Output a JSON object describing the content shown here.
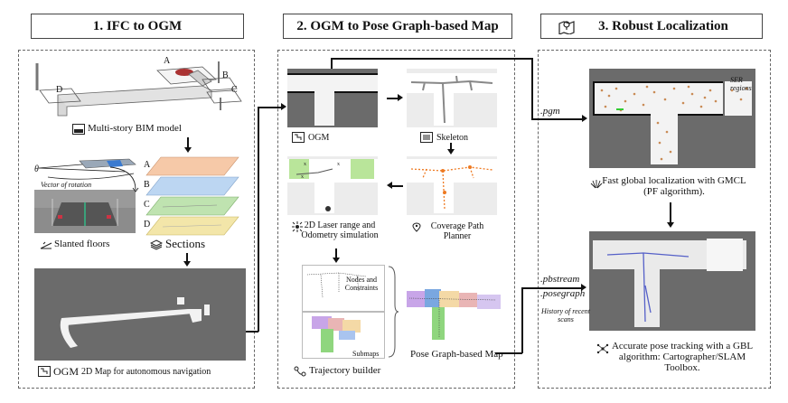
{
  "headers": {
    "h1": "1. IFC to OGM",
    "h2": "2. OGM to Pose Graph-based Map",
    "h3": "3. Robust Localization"
  },
  "panel1": {
    "bim_label": "Multi-story BIM model",
    "bim_letters": [
      "A",
      "B",
      "C",
      "D"
    ],
    "vector_label": "Vector of rotation",
    "theta": "θ",
    "slanted_label": "Slanted floors",
    "sections_label": "Sections",
    "section_letters": [
      "A",
      "B",
      "C",
      "D"
    ],
    "ogm_tag": "OGM",
    "ogm_caption": "2D Map for autonomous navigation"
  },
  "panel2": {
    "ogm_label": "OGM",
    "skeleton_label": "Skeleton",
    "laser_label": "2D Laser range and Odometry simulation",
    "coverage_label": "Coverage Path Planner",
    "nodes_label": "Nodes and Constraints",
    "submaps_label": "Submaps",
    "trajectory_label": "Trajectory builder",
    "posegraph_label": "Pose Graph-based Map"
  },
  "panel3": {
    "pgm_label": ".pgm",
    "ser_label": "SER regions",
    "gmcl_label": "Fast global localization with GMCL (PF algorithm).",
    "pbstream_label": ".pbstream",
    "posegraph_label": ".posegraph",
    "history_label": "History of recent scans",
    "tracking_label": "Accurate pose tracking with a GBL algorithm: Cartographer/SLAM Toolbox."
  },
  "colors": {
    "section_a": "#f6c9a8",
    "section_b": "#bcd6f2",
    "section_c": "#bfe3b0",
    "section_d": "#f3e6a9",
    "map_gray": "#6b6b6b",
    "particles": "#c98b55"
  },
  "icons": [
    "bim-icon",
    "slanted-floor-icon",
    "layers-icon",
    "ogm-icon",
    "skeleton-icon",
    "laser-icon",
    "path-planner-icon",
    "trajectory-icon",
    "map-pin-icon",
    "particle-filter-icon",
    "graph-network-icon"
  ]
}
